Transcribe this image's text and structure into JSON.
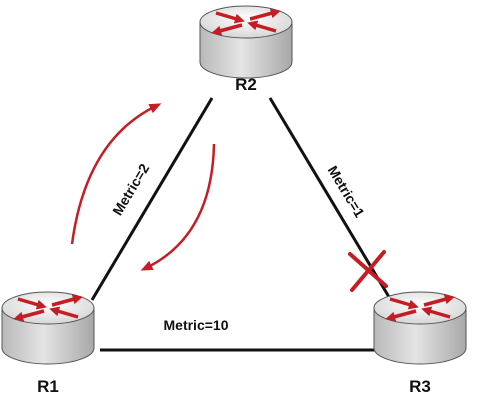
{
  "routers": {
    "r1": {
      "label": "R1"
    },
    "r2": {
      "label": "R2"
    },
    "r3": {
      "label": "R3"
    }
  },
  "links": {
    "r1_r2": {
      "metric": "Metric=2"
    },
    "r2_r3": {
      "metric": "Metric=1",
      "status": "failed"
    },
    "r1_r3": {
      "metric": "Metric=10"
    }
  },
  "colors": {
    "link": "#111111",
    "accent": "#c41e24",
    "router_body": "#d6d6d6",
    "router_top": "#f2f2f2"
  },
  "icons": {
    "router": "router-icon",
    "link_failure": "x-mark-icon",
    "flow": "curved-arrow-icon"
  }
}
